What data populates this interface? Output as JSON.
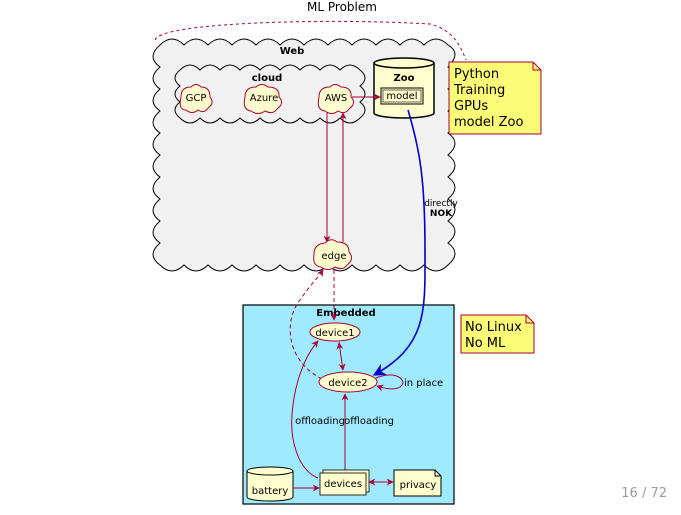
{
  "title": "ML Problem",
  "web": {
    "label": "Web",
    "cloud_label": "cloud",
    "providers": [
      "GCP",
      "Azure",
      "AWS"
    ],
    "edge": "edge"
  },
  "zoo": {
    "label": "Zoo",
    "model": "model"
  },
  "notes": {
    "python": [
      "Python",
      "Training",
      "GPUs",
      "model Zoo"
    ],
    "embedded": [
      "No Linux",
      "No ML"
    ]
  },
  "edges": {
    "directly": "directly",
    "nok": "NOK",
    "in_place": "in place",
    "offloading_left": "offloading",
    "offloading_right": "offloading"
  },
  "embedded": {
    "label": "Embedded",
    "device1": "device1",
    "device2": "device2",
    "devices": "devices",
    "battery": "battery",
    "privacy": "privacy"
  },
  "colors": {
    "cloud_fill": "#FEFECE",
    "web_fill": "#F1F1F1",
    "embedded_fill": "#A0EAFF",
    "note_fill": "#FBFB77",
    "arrow": "#A80036",
    "blue_arrow": "#0000CC"
  },
  "pagination": "16 / 72"
}
